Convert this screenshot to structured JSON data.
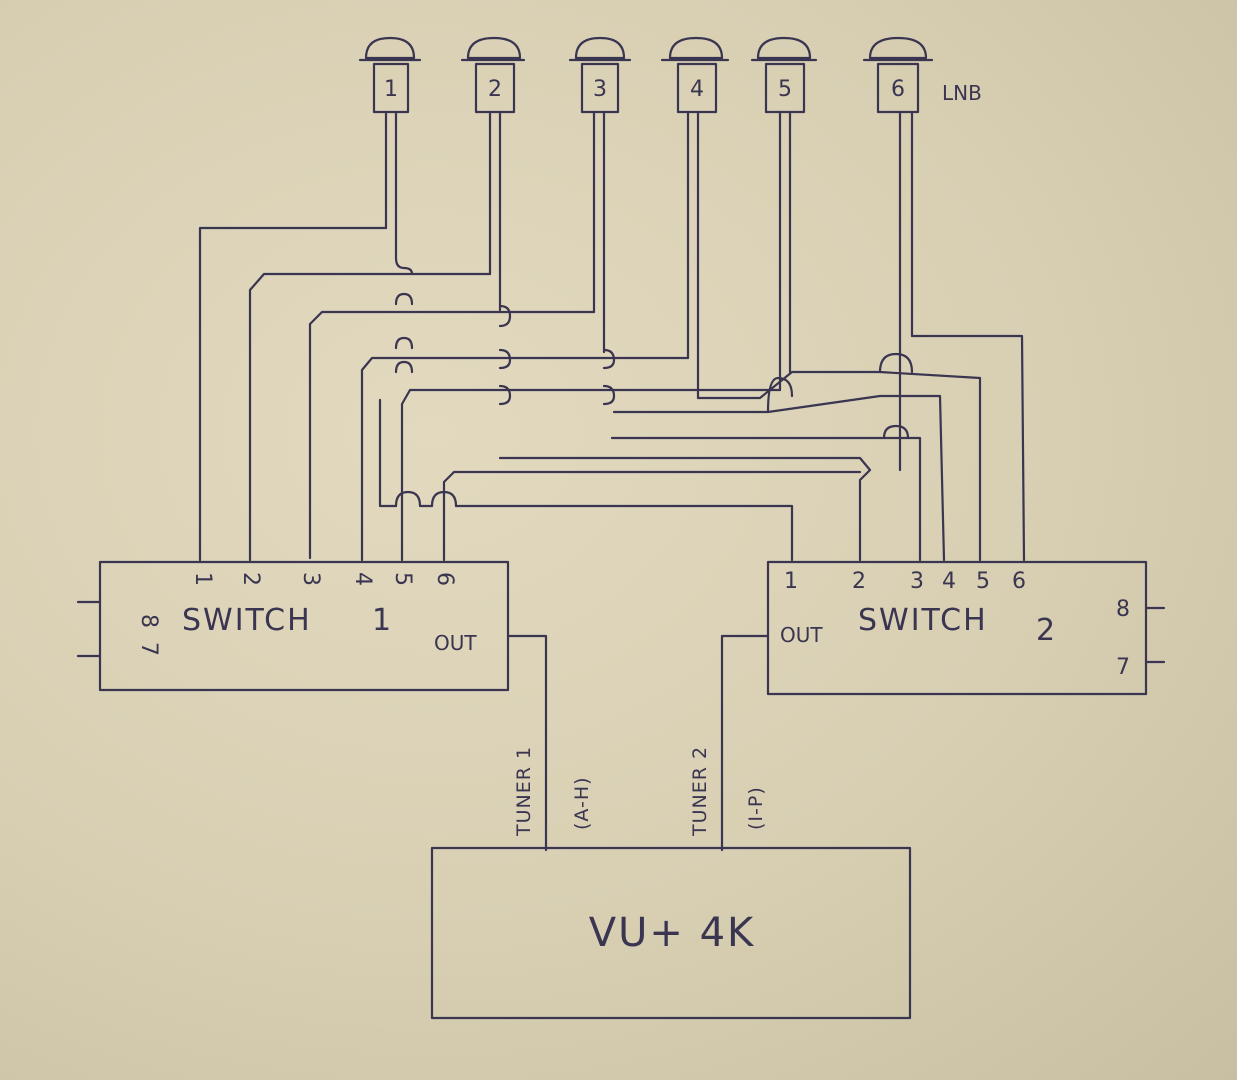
{
  "lnbs": [
    "1",
    "2",
    "3",
    "4",
    "5",
    "6"
  ],
  "lnb_label": "LNB",
  "switch1": {
    "title": "SWITCH",
    "number": "1",
    "inputs": [
      "1",
      "2",
      "3",
      "4",
      "5",
      "6"
    ],
    "side_inputs": [
      "7",
      "8"
    ],
    "out": "OUT"
  },
  "switch2": {
    "title": "SWITCH",
    "number": "2",
    "inputs": [
      "1",
      "2",
      "3",
      "4",
      "5",
      "6"
    ],
    "side_inputs": [
      "8",
      "7"
    ],
    "out": "OUT"
  },
  "receiver": {
    "name": "VU+ 4K",
    "tuner1": "TUNER 1",
    "tuner1_range": "(A-H)",
    "tuner2": "TUNER 2",
    "tuner2_range": "(I-P)"
  },
  "colors": {
    "ink": "#3a3550",
    "paper": "#ddd4b9"
  }
}
